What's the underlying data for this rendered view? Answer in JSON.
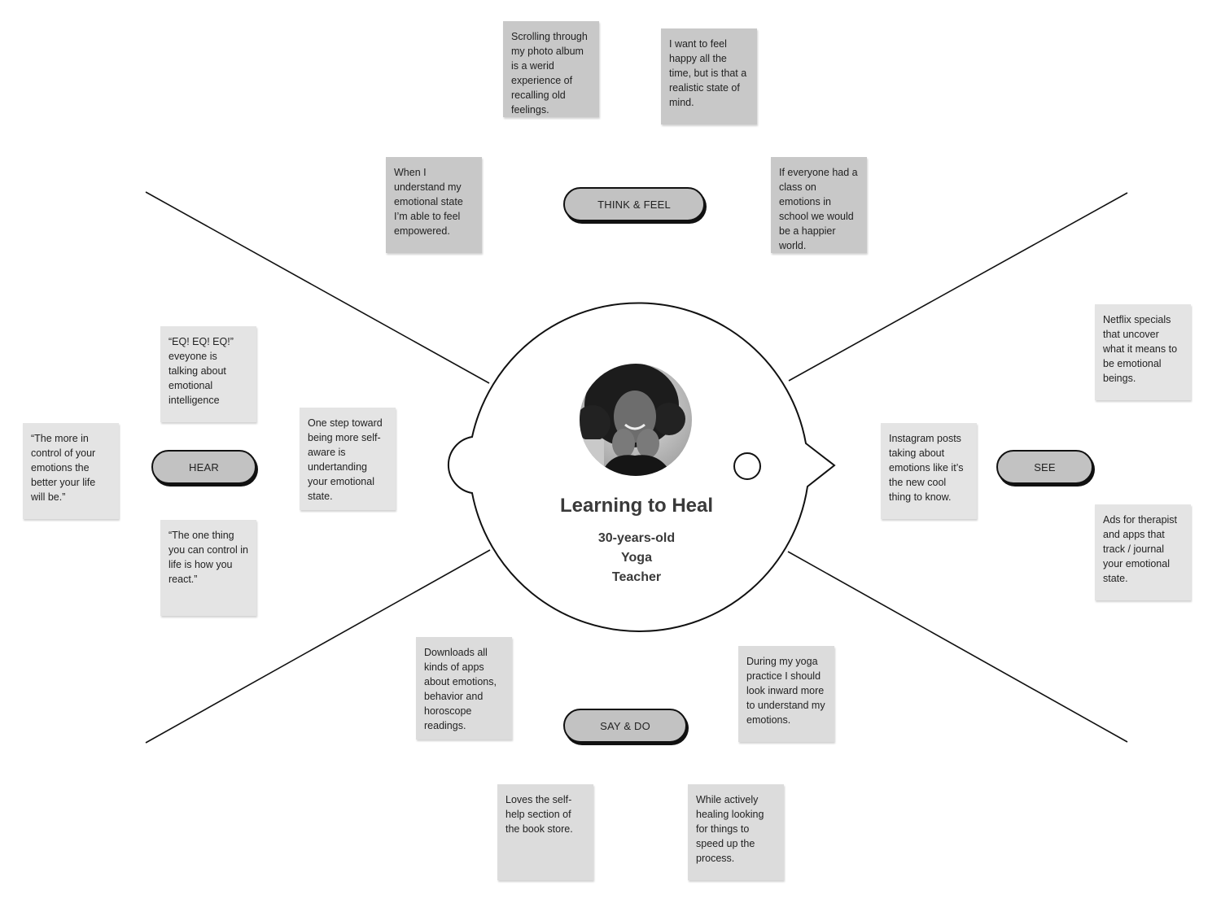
{
  "persona": {
    "title": "Learning to Heal",
    "subtitle_lines": [
      "30-years-old",
      "Yoga",
      "Teacher"
    ]
  },
  "quadrants": {
    "think_feel": {
      "label": "THINK & FEEL",
      "notes": [
        "Scrolling through my photo album is a werid experience of recalling old feelings.",
        "I want to feel happy all the time, but is that a realistic state of mind.",
        "When I understand my emotional state I’m able to feel empowered.",
        "If everyone had a class on emotions in school we would be a happier world."
      ]
    },
    "hear": {
      "label": "HEAR",
      "notes": [
        "“EQ! EQ! EQ!” eveyone is talking about emotional intelligence",
        "“The more in control of your emotions the better your life will be.”",
        "One step toward being more self-aware is undertanding your emotional state.",
        "“The one thing you can control in life is how you react.”"
      ]
    },
    "see": {
      "label": "SEE",
      "notes": [
        "Netflix specials that uncover what it means to be emotional beings.",
        "Instagram posts taking about emotions like it’s the new cool thing to know.",
        "Ads for therapist and apps that track / journal your emotional state."
      ]
    },
    "say_do": {
      "label": "SAY & DO",
      "notes": [
        "Downloads all kinds of apps about emotions, behavior and horoscope readings.",
        "During my yoga practice I should look inward more to understand my emotions.",
        "Loves the self-help section of the book store.",
        "While actively healing looking for things to speed up the process."
      ]
    }
  }
}
